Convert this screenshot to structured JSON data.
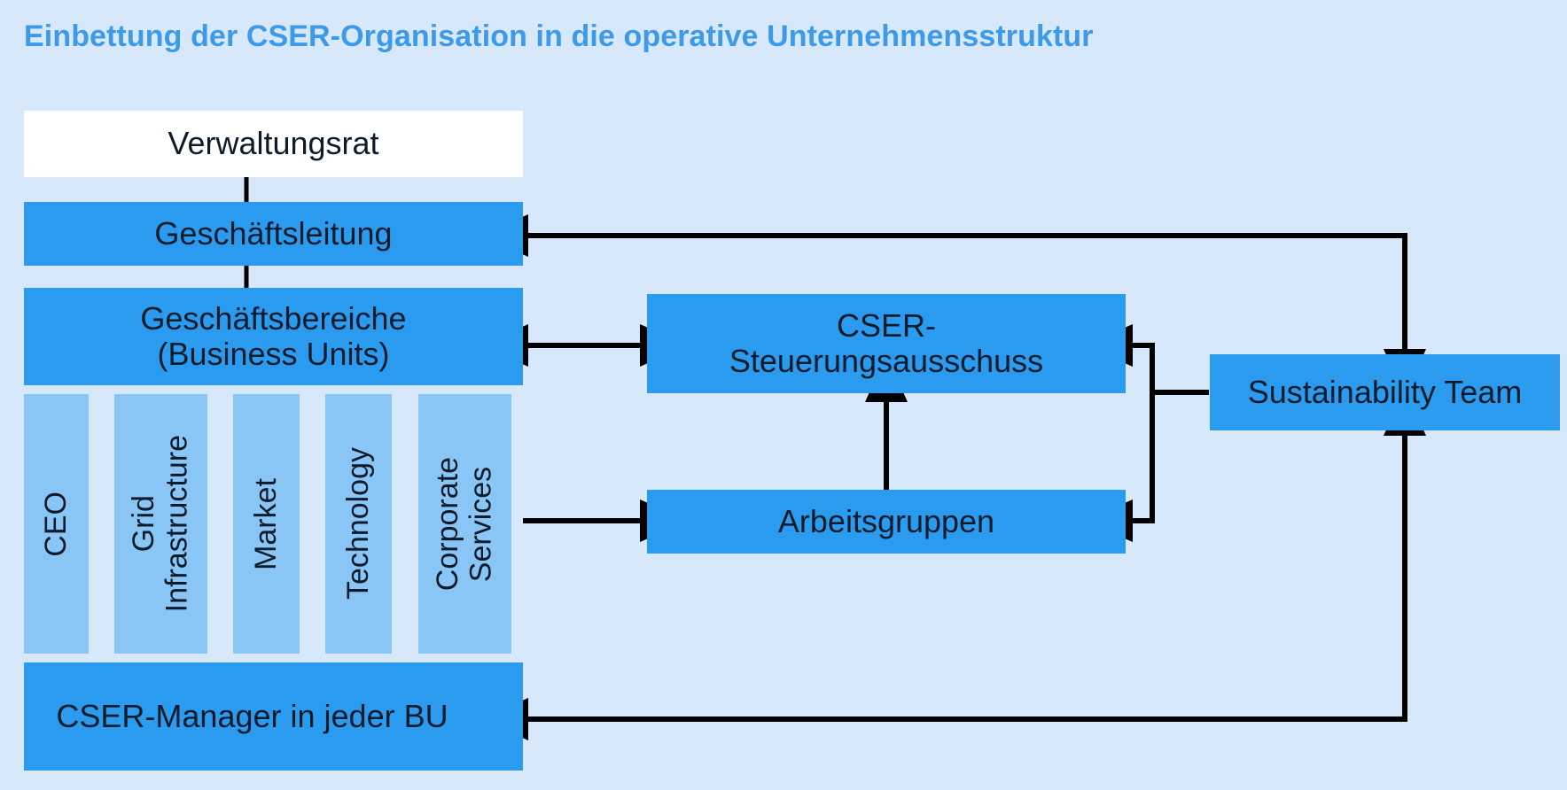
{
  "title": "Einbettung der CSER-Organisation in die operative Unternehmensstruktur",
  "colors": {
    "background": "#d6e8fa",
    "title": "#3d9ae8",
    "box_primary": "#2b9bf0",
    "box_secondary": "#8ac6f5",
    "box_white": "#ffffff",
    "edge": "#000000",
    "text": "#0d1b2a"
  },
  "boxes": {
    "verwaltungsrat": "Verwaltungsrat",
    "geschaeftsleitung": "Geschäftsleitung",
    "geschaeftsbereiche": "Geschäftsbereiche\n(Business Units)",
    "cser_manager": "CSER-Manager in jeder BU",
    "cser_steuerungsausschuss": "CSER-\nSteuerungsausschuss",
    "arbeitsgruppen": "Arbeitsgruppen",
    "sustainability_team": "Sustainability Team"
  },
  "business_units": [
    {
      "label": "CEO"
    },
    {
      "label": "Grid\nInfrastructure"
    },
    {
      "label": "Market"
    },
    {
      "label": "Technology"
    },
    {
      "label": "Corporate\nServices"
    }
  ],
  "edges": [
    {
      "name": "verwaltungsrat-to-geschaeftsleitung",
      "type": "line"
    },
    {
      "name": "geschaeftsleitung-to-geschaeftsbereiche",
      "type": "line"
    },
    {
      "name": "geschaeftsbereiche-to-steuerungsausschuss",
      "type": "double-arrow"
    },
    {
      "name": "business-units-to-arbeitsgruppen",
      "type": "arrow"
    },
    {
      "name": "arbeitsgruppen-to-steuerungsausschuss",
      "type": "arrow"
    },
    {
      "name": "sustainability-team-to-steuerungsausschuss",
      "type": "arrow"
    },
    {
      "name": "sustainability-team-to-arbeitsgruppen",
      "type": "arrow"
    },
    {
      "name": "sustainability-team-to-geschaeftsleitung",
      "type": "arrow"
    },
    {
      "name": "cser-manager-to-sustainability-team",
      "type": "arrow"
    }
  ],
  "chart_data": {
    "type": "diagram",
    "title": "Einbettung der CSER-Organisation in die operative Unternehmensstruktur",
    "nodes": [
      "Verwaltungsrat",
      "Geschäftsleitung",
      "Geschäftsbereiche (Business Units)",
      "CEO",
      "Grid Infrastructure",
      "Market",
      "Technology",
      "Corporate Services",
      "CSER-Manager in jeder BU",
      "CSER-Steuerungsausschuss",
      "Arbeitsgruppen",
      "Sustainability Team"
    ],
    "links": [
      {
        "from": "Verwaltungsrat",
        "to": "Geschäftsleitung",
        "arrow": "none"
      },
      {
        "from": "Geschäftsleitung",
        "to": "Geschäftsbereiche (Business Units)",
        "arrow": "none"
      },
      {
        "from": "Geschäftsbereiche (Business Units)",
        "to": "CSER-Steuerungsausschuss",
        "arrow": "both"
      },
      {
        "from": "Geschäftsbereiche (Business Units)",
        "to": "Arbeitsgruppen",
        "arrow": "forward"
      },
      {
        "from": "Arbeitsgruppen",
        "to": "CSER-Steuerungsausschuss",
        "arrow": "forward"
      },
      {
        "from": "Sustainability Team",
        "to": "CSER-Steuerungsausschuss",
        "arrow": "forward"
      },
      {
        "from": "Sustainability Team",
        "to": "Arbeitsgruppen",
        "arrow": "forward"
      },
      {
        "from": "Sustainability Team",
        "to": "Geschäftsleitung",
        "arrow": "forward"
      },
      {
        "from": "CSER-Manager in jeder BU",
        "to": "Sustainability Team",
        "arrow": "forward"
      }
    ]
  }
}
